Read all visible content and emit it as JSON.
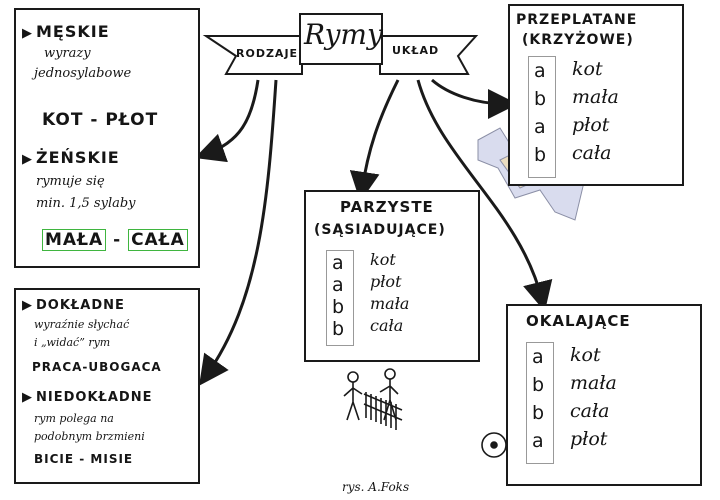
{
  "title": "Rymy",
  "banner_left": "RODZAJE",
  "banner_right": "UKŁAD",
  "meskie": {
    "heading": "MĘSKIE",
    "desc1": "wyrazy",
    "desc2": "jednosylabowe",
    "example": "KOT - PŁOT"
  },
  "zenskie": {
    "heading": "ŻEŃSKIE",
    "desc1": "rymuje się",
    "desc2": "min. 1,5 sylaby",
    "example_a": "MAŁA",
    "example_sep": "-",
    "example_b": "CAŁA"
  },
  "dokladne": {
    "heading": "DOKŁADNE",
    "desc1": "wyraźnie słychać",
    "desc2": "i „widać” rym",
    "example": "PRACA-UBOGACA"
  },
  "niedokladne": {
    "heading": "NIEDOKŁADNE",
    "desc1": "rym polega na",
    "desc2": "podobnym brzmieni",
    "example": "BICIE - MISIE"
  },
  "przeplatane": {
    "heading1": "PRZEPLATANE",
    "heading2": "(KRZYŻOWE)",
    "rows": [
      {
        "letter": "a",
        "word": "kot"
      },
      {
        "letter": "b",
        "word": "mała"
      },
      {
        "letter": "a",
        "word": "płot"
      },
      {
        "letter": "b",
        "word": "cała"
      }
    ]
  },
  "parzyste": {
    "heading1": "PARZYSTE",
    "heading2": "(SĄSIADUJĄCE)",
    "rows": [
      {
        "letter": "a",
        "word": "kot"
      },
      {
        "letter": "a",
        "word": "płot"
      },
      {
        "letter": "b",
        "word": "mała"
      },
      {
        "letter": "b",
        "word": "cała"
      }
    ]
  },
  "okalajace": {
    "heading": "OKALAJĄCE",
    "rows": [
      {
        "letter": "a",
        "word": "kot"
      },
      {
        "letter": "b",
        "word": "mała"
      },
      {
        "letter": "b",
        "word": "cała"
      },
      {
        "letter": "a",
        "word": "płot"
      }
    ]
  },
  "signature": "rys. A.Foks",
  "colors": {
    "ink": "#1a1a1a",
    "highlight": "#3fb53f",
    "ribbon1": "#c9cfe8",
    "ribbon2": "#e9d9b8"
  }
}
